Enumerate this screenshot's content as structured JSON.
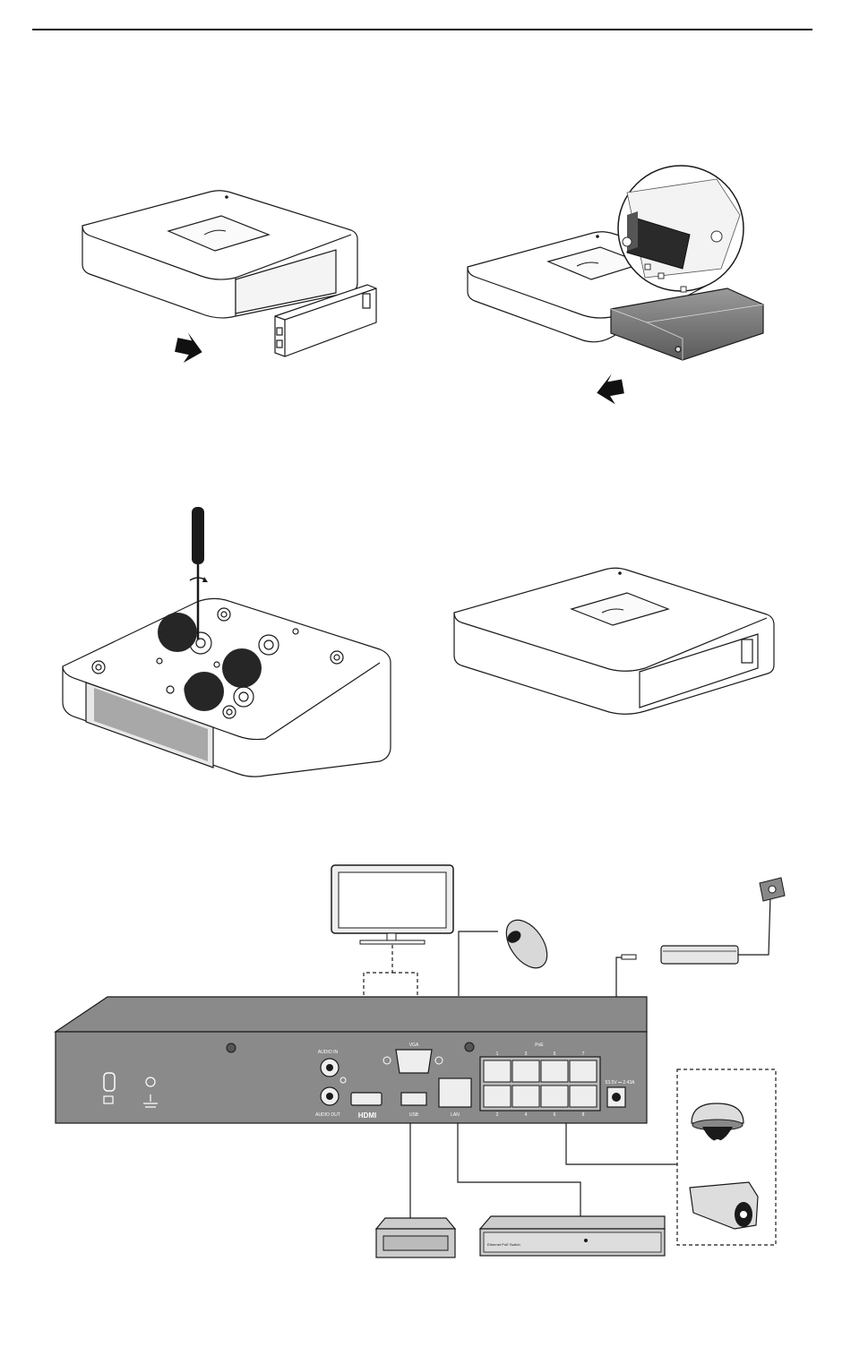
{
  "rear_panel": {
    "audio_in": "AUDIO IN",
    "audio_out": "AUDIO OUT",
    "hdmi": "HDMI",
    "vga": "VGA",
    "usb": "USB",
    "lan": "LAN",
    "poe": "PoE",
    "power": "53.5V ⎓ 2.43A",
    "poe_ports_top": [
      "1",
      "3",
      "5",
      "7"
    ],
    "poe_ports_bottom": [
      "2",
      "4",
      "6",
      "8"
    ]
  },
  "switch": {
    "model_text": "Ethernet PoE Switch"
  },
  "colors": {
    "line": "#1a1a1a",
    "panel": "#8a8a8a",
    "panel_dark": "#6e6e6e",
    "marker": "#262626"
  }
}
